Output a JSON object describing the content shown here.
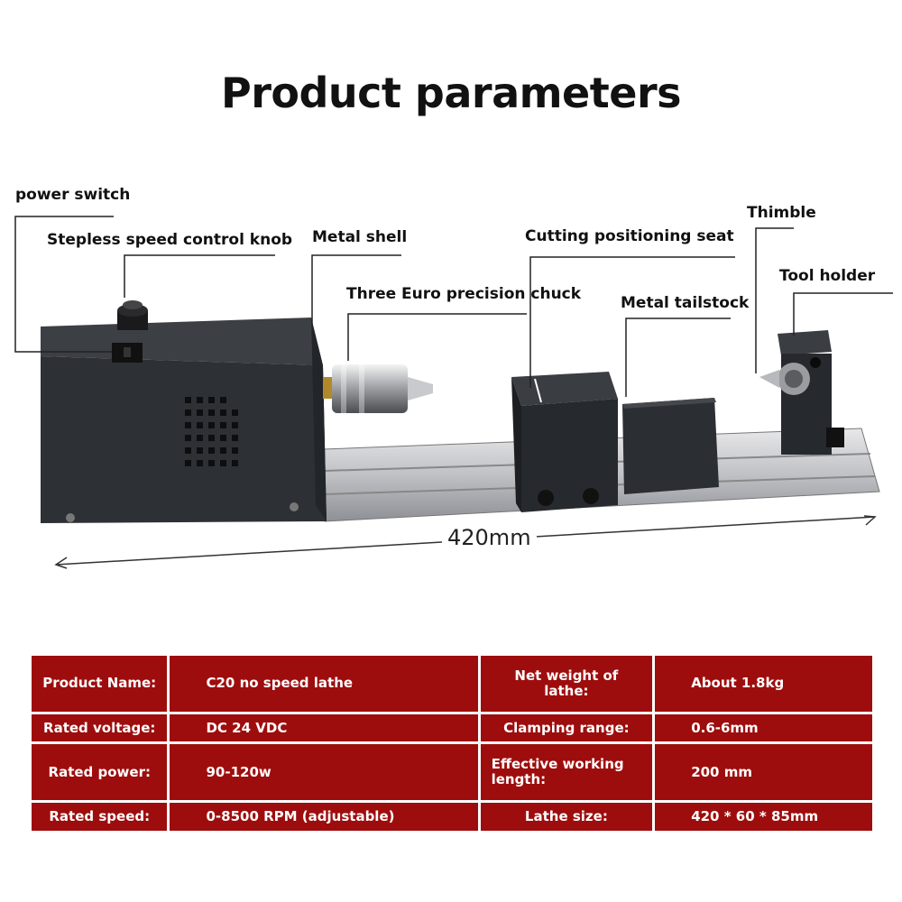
{
  "title": "Product parameters",
  "callouts": {
    "power_switch": "power switch",
    "speed_knob": "Stepless speed control knob",
    "metal_shell": "Metal shell",
    "chuck": "Three Euro precision chuck",
    "cutting_seat": "Cutting positioning seat",
    "tailstock": "Metal tailstock",
    "thimble": "Thimble",
    "tool_holder": "Tool holder"
  },
  "dimension": "420mm",
  "specs": [
    {
      "label": "Product Name:",
      "value": "C20 no speed lathe",
      "label2": "Net weight of lathe:",
      "value2": "About 1.8kg"
    },
    {
      "label": "Rated voltage:",
      "value": "DC 24 VDC",
      "label2": "Clamping range:",
      "value2": "0.6-6mm"
    },
    {
      "label": "Rated power:",
      "value": "90-120w",
      "label2": "Effective working length:",
      "value2": "200 mm"
    },
    {
      "label": "Rated speed:",
      "value": "0-8500 RPM (adjustable)",
      "label2": "Lathe size:",
      "value2": "420 * 60 * 85mm"
    }
  ],
  "colors": {
    "table_bg": "#9e0d0d",
    "table_text": "#ffffff"
  }
}
